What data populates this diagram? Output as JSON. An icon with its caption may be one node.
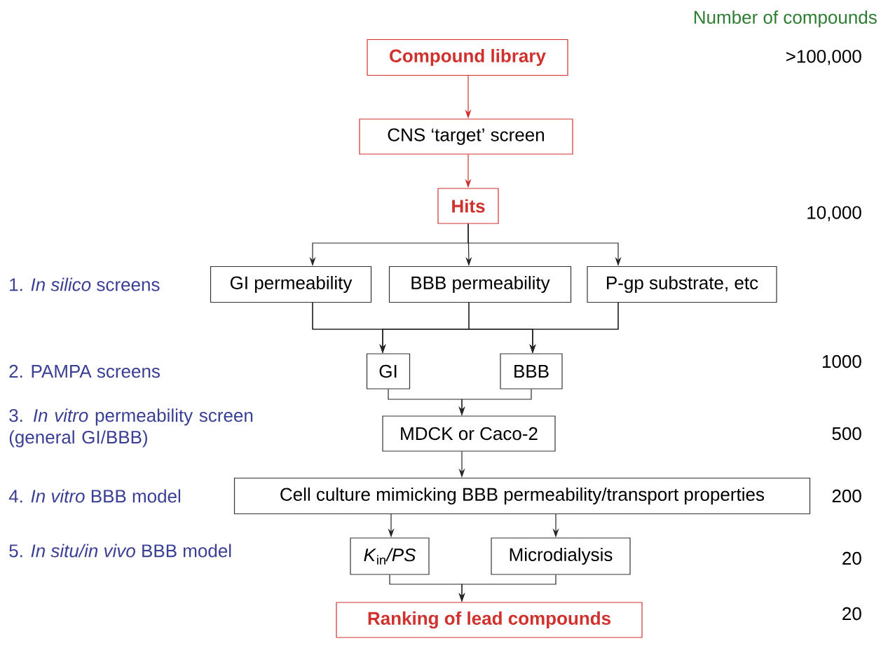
{
  "diagram": {
    "nodes": [
      {
        "text": [
          "Compound library"
        ]
      },
      {
        "text": [
          "CNS  ‘target’ screen"
        ]
      },
      {
        "text": [
          "Hits"
        ]
      },
      {
        "text": [
          "GI permeability"
        ]
      },
      {
        "text": [
          "BBB permeability"
        ]
      },
      {
        "text": [
          "P-gp substrate, etc"
        ]
      },
      {
        "text": [
          "GI"
        ]
      },
      {
        "text": [
          "BBB"
        ]
      },
      {
        "text": [
          "MDCK or Caco-2"
        ]
      },
      {
        "text": [
          "Cell culture mimicking BBB permeability/transport properties"
        ]
      },
      {
        "text": [
          "*K*$_{in}$*/PS*"
        ]
      },
      {
        "text": [
          "Microdialysis"
        ]
      },
      {
        "text": [
          "Ranking of lead compounds"
        ]
      }
    ],
    "edges": [
      {
        "from": 0,
        "to": 1,
        "arrow": "to",
        "color": "#d0312d"
      },
      {
        "from": 1,
        "to": 2,
        "arrow": "to",
        "color": "#d0312d"
      },
      {
        "from": 2,
        "to": 3,
        "arrow": "to"
      },
      {
        "from": 2,
        "to": 4,
        "arrow": "to"
      },
      {
        "from": 2,
        "to": 5,
        "arrow": "to"
      },
      {
        "from": 3,
        "to": 6,
        "arrow": "to"
      },
      {
        "from": 4,
        "to": 6,
        "arrow": "to"
      },
      {
        "from": 5,
        "to": 6,
        "arrow": "to"
      },
      {
        "from": 3,
        "to": 7,
        "arrow": "to"
      },
      {
        "from": 4,
        "to": 7,
        "arrow": "to"
      },
      {
        "from": 5,
        "to": 7,
        "arrow": "to"
      },
      {
        "from": 6,
        "to": 8,
        "arrow": "to"
      },
      {
        "from": 7,
        "to": 8,
        "arrow": "to"
      },
      {
        "from": 8,
        "to": 9,
        "arrow": "to"
      },
      {
        "from": 9,
        "to": 10,
        "arrow": "to"
      },
      {
        "from": 9,
        "to": 11,
        "arrow": "to"
      },
      {
        "from": 10,
        "to": 12,
        "arrow": "to"
      },
      {
        "from": 11,
        "to": 12,
        "arrow": "to"
      }
    ],
    "labels": [
      "Number of compounds",
      ">100,000",
      "10,000",
      "1. *In silico* screens",
      "2. PAMPA screens",
      "1000",
      "3. *In vitro* permeability screen (general GI/BBB)",
      "500",
      "4. *In vitro* BBB model",
      "200",
      "5. *In situ/in vivo* BBB model",
      "20",
      "20"
    ]
  }
}
